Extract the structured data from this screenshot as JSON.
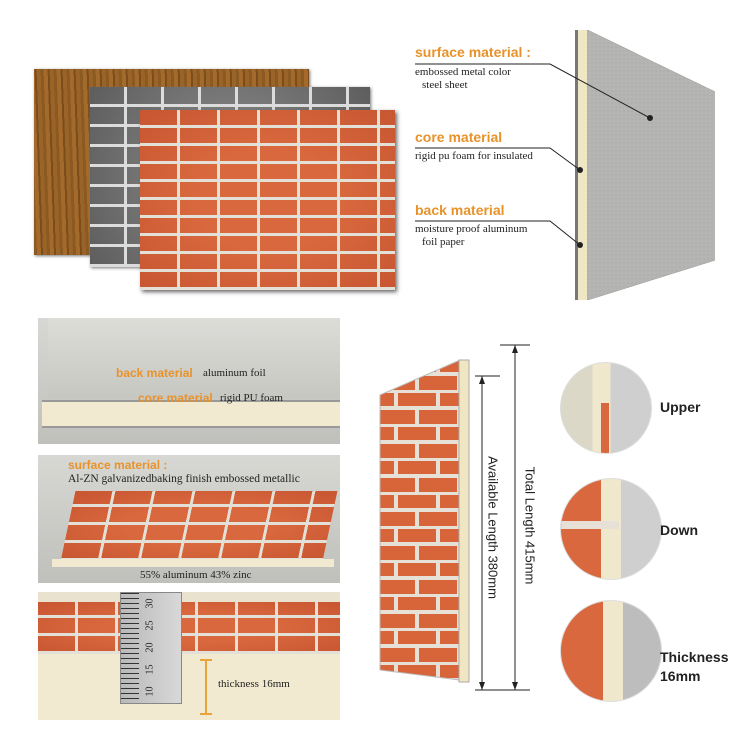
{
  "top_right": {
    "surface_label": "surface material :",
    "surface_desc": [
      "embossed metal color",
      "steel sheet"
    ],
    "core_label": "core material",
    "core_desc": "rigid pu foam for insulated",
    "back_label": "back material",
    "back_desc": [
      "moisture proof aluminum",
      "foil paper"
    ]
  },
  "photo1": {
    "back_label": "back material",
    "back_value": "aluminum foil",
    "core_label": "core material",
    "core_value": "rigid PU foam"
  },
  "photo2": {
    "surface_label": "surface material :",
    "surface_value": "Al-ZN galvanizedbaking finish embossed metallic",
    "composition": "55% aluminum 43% zinc"
  },
  "photo3": {
    "ruler_marks": [
      "30",
      "25",
      "20",
      "15",
      "10"
    ],
    "thickness": "thickness 16mm"
  },
  "dimensions": {
    "total_length": "Total  Length 415mm",
    "available_length": "Available Length 380mm"
  },
  "details": [
    {
      "label": "Upper"
    },
    {
      "label": "Down"
    },
    {
      "label": "Thickness",
      "label2": "16mm"
    }
  ],
  "colors": {
    "accent": "#e8922a",
    "brick": "#d9683e",
    "foam": "#f2ead0"
  }
}
